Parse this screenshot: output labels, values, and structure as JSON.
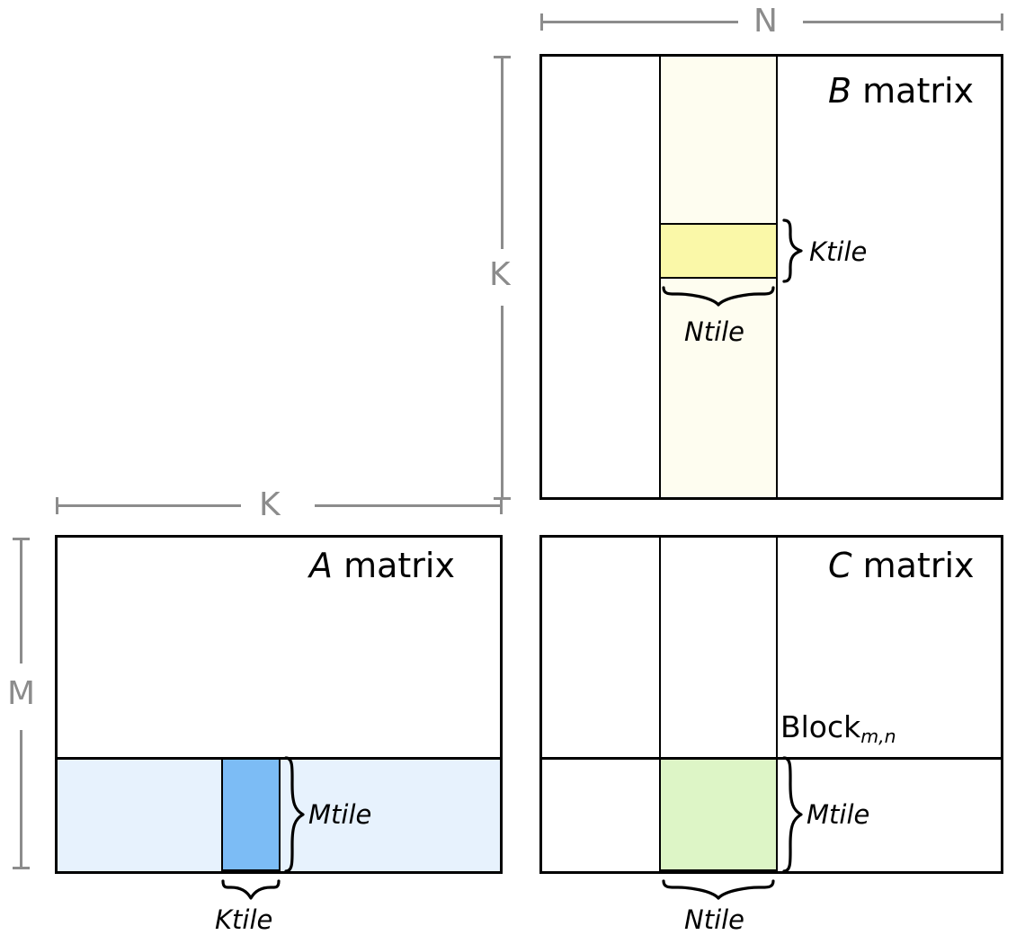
{
  "diagram": {
    "title_semantics": "tiled matrix multiplication GEMM blocking diagram",
    "matrices": {
      "a": {
        "label_var": "A",
        "label_rest": " matrix",
        "strip_color": "#e7f2fd",
        "tile_color": "#7cbcf5",
        "tile_labels": {
          "vertical": "Mtile",
          "horizontal": "Ktile"
        }
      },
      "b": {
        "label_var": "B",
        "label_rest": " matrix",
        "strip_color": "#fefdf0",
        "tile_color": "#faf8a8",
        "tile_labels": {
          "vertical": "Ktile",
          "horizontal": "Ntile"
        }
      },
      "c": {
        "label_var": "C",
        "label_rest": " matrix",
        "strip_color": "#ffffff",
        "tile_color": "#ddf5c6",
        "block_label_base": "Block",
        "block_label_sub": "m,n",
        "tile_labels": {
          "vertical": "Mtile",
          "horizontal": "Ntile"
        }
      }
    },
    "dimensions": {
      "n_label": "N",
      "k_vertical_label": "K",
      "k_horizontal_label": "K",
      "m_label": "M",
      "line_color": "#8c8c8c"
    },
    "colors": {
      "outline": "#000000",
      "background": "#ffffff",
      "a_tile": "#7cbcf5",
      "a_strip": "#e7f2fd",
      "b_tile": "#faf8a8",
      "b_strip": "#fefdf0",
      "c_tile": "#ddf5c6"
    }
  }
}
